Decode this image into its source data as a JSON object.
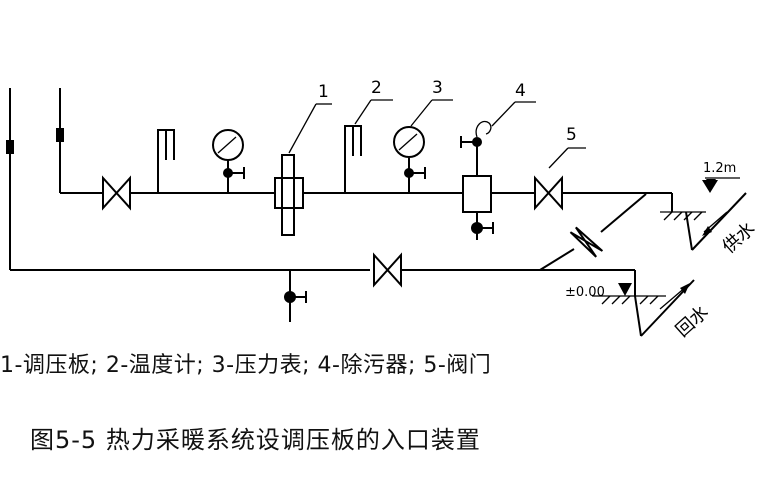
{
  "labels": {
    "n1": "1",
    "n2": "2",
    "n3": "3",
    "n4": "4",
    "n5": "5",
    "elevation_supply": "1.2m",
    "elevation_return": "±0.00",
    "supply_water": "供水",
    "return_water": "回水"
  },
  "legend": "1-调压板; 2-温度计; 3-压力表; 4-除污器; 5-阀门",
  "caption": "图5-5 热力采暖系统设调压板的入口装置"
}
